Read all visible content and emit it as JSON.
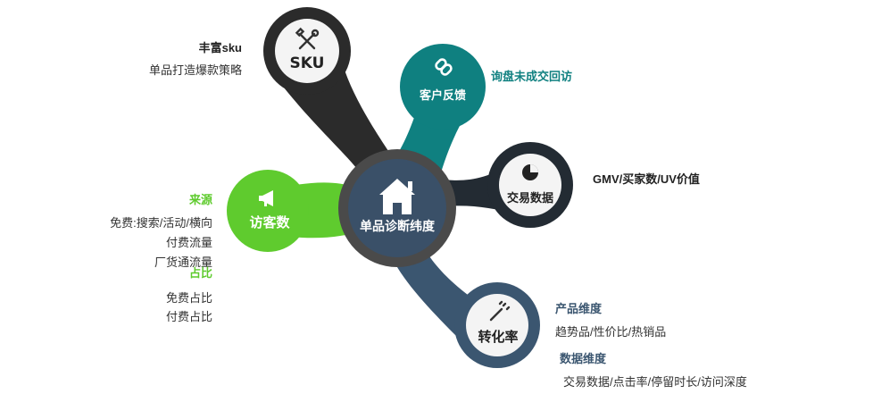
{
  "colors": {
    "sku": "#2b2b2b",
    "feedback": "#0f8080",
    "trade": "#232b33",
    "visitors": "#5fcb2e",
    "conversion": "#3b5670",
    "center_ring": "#4a4a4a",
    "center_inner": "#3a5068",
    "label_green": "#5fcb2e",
    "label_teal": "#0f8080",
    "label_slate": "#3b5670",
    "text_dark": "#333333"
  },
  "center": {
    "title": "单品诊断纬度",
    "icon": "home-icon"
  },
  "nodes": {
    "sku": {
      "title": "SKU",
      "icon": "tools-icon"
    },
    "feedback": {
      "title": "客户反馈",
      "icon": "link-icon"
    },
    "trade": {
      "title": "交易数据",
      "icon": "pie-chart-icon"
    },
    "visitors": {
      "title": "访客数",
      "icon": "megaphone-icon"
    },
    "conversion": {
      "title": "转化率",
      "icon": "magic-wand-icon"
    }
  },
  "annotations": {
    "sku": {
      "heading": "丰富sku",
      "line": "单品打造爆款策略"
    },
    "feedback": {
      "heading": "询盘未成交回访"
    },
    "trade": {
      "heading": "GMV/买家数/UV价值"
    },
    "visitors": {
      "source_heading": "来源",
      "source_lines": [
        "免费:搜索/活动/横向",
        "付费流量",
        "厂货通流量"
      ],
      "share_heading": "占比",
      "share_lines": [
        "免费占比",
        "付费占比"
      ]
    },
    "conversion": {
      "product_heading": "产品维度",
      "product_line": "趋势品/性价比/热销品",
      "data_heading": "数据维度",
      "data_line": "交易数据/点击率/停留时长/访问深度"
    }
  }
}
